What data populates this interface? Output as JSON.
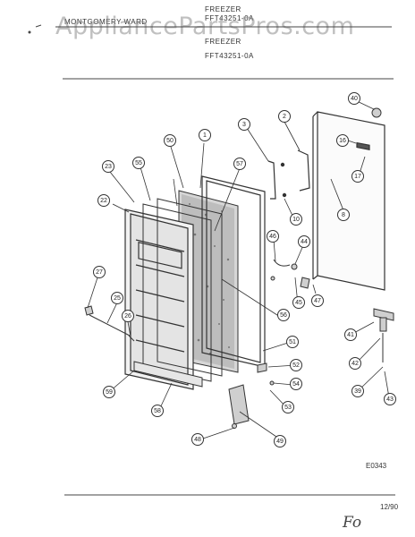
{
  "header": {
    "brand": "MONTGOMERY WARD",
    "title_top": "FREEZER",
    "model_top": "FFT43251-0A",
    "title": "FREEZER",
    "model": "FFT43251-0A"
  },
  "watermark": "AppliancePartsPros.com",
  "diagram": {
    "callouts": [
      "1",
      "2",
      "3",
      "8",
      "10",
      "16",
      "17",
      "22",
      "23",
      "25",
      "26",
      "27",
      "39",
      "40",
      "41",
      "42",
      "43",
      "44",
      "45",
      "46",
      "47",
      "48",
      "49",
      "50",
      "51",
      "52",
      "53",
      "54",
      "55",
      "56",
      "57",
      "58",
      "59"
    ],
    "figure_code": "E0343",
    "date_code": "12/90",
    "handwritten": "Fo"
  }
}
